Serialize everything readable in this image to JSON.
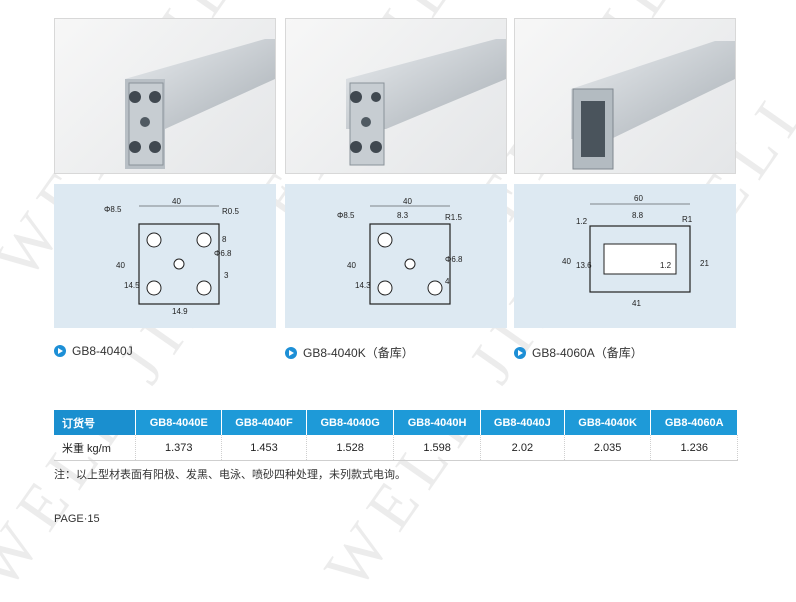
{
  "watermark": "WELL JIE",
  "products": [
    {
      "caption": "GB8-4040J",
      "dims": {
        "w": "40",
        "h": "40",
        "hole": "Φ8.5",
        "r": "R0.5",
        "a": "8",
        "hole2": "Φ6.8",
        "b": "14.5",
        "c": "14.9",
        "d": "3"
      }
    },
    {
      "caption": "GB8-4040K（备库）",
      "dims": {
        "w": "40",
        "h": "40",
        "hole": "Φ8.5",
        "slot": "8.3",
        "r": "R1.5",
        "hole2": "Φ6.8",
        "b": "14.3",
        "d": "4"
      }
    },
    {
      "caption": "GB8-4060A（备库）",
      "dims": {
        "w": "60",
        "h": "40",
        "slot": "8.8",
        "r": "R1",
        "a": "1.2",
        "b": "13.6",
        "c": "21",
        "d": "41",
        "e": "1.2"
      }
    }
  ],
  "table": {
    "header_label": "订货号",
    "row_label": "米重 kg/m",
    "models": [
      "GB8-4040E",
      "GB8-4040F",
      "GB8-4040G",
      "GB8-4040H",
      "GB8-4040J",
      "GB8-4040K",
      "GB8-4060A"
    ],
    "weights": [
      "1.373",
      "1.453",
      "1.528",
      "1.598",
      "2.02",
      "2.035",
      "1.236"
    ]
  },
  "note": "注：以上型材表面有阳极、发黑、电泳、喷砂四种处理，未列款式电询。",
  "page": "PAGE·15"
}
